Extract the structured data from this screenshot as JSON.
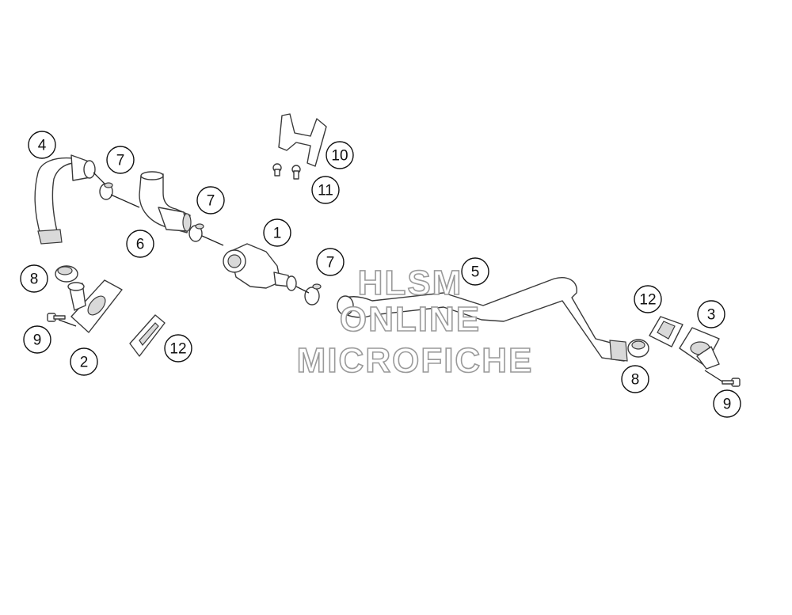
{
  "diagram": {
    "type": "exploded-parts-view",
    "callouts": [
      "1",
      "2",
      "3",
      "4",
      "5",
      "6",
      "7",
      "7",
      "7",
      "8",
      "8",
      "9",
      "9",
      "10",
      "11",
      "12",
      "12"
    ]
  },
  "watermark": {
    "line1": "HLSM",
    "line2": "ONLINE",
    "line3": "MICROFICHE",
    "color": "#9a9a9a"
  },
  "colors": {
    "line": "#3a3a3a",
    "shade": "#d9d9d9",
    "background": "#ffffff"
  }
}
